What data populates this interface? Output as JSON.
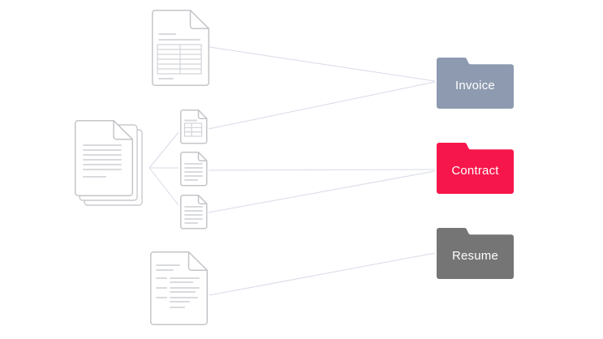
{
  "diagram": {
    "type": "document-classification-flow",
    "background": "#ffffff",
    "connector_color": "#d8dbe7"
  },
  "documents": [
    {
      "id": "document-stack",
      "icon": "stacked-text-documents-icon"
    },
    {
      "id": "large-invoice-document",
      "icon": "invoice-table-document-icon"
    },
    {
      "id": "small-invoice-document",
      "icon": "small-invoice-table-document-icon"
    },
    {
      "id": "small-text-document-1",
      "icon": "small-text-document-icon"
    },
    {
      "id": "small-text-document-2",
      "icon": "small-text-document-icon"
    },
    {
      "id": "large-resume-document",
      "icon": "resume-text-document-icon"
    }
  ],
  "folders": [
    {
      "id": "invoice",
      "label": "Invoice",
      "color": "#8d9ab0",
      "text_color": "#ffffff"
    },
    {
      "id": "contract",
      "label": "Contract",
      "color": "#f7164b",
      "text_color": "#ffffff"
    },
    {
      "id": "resume",
      "label": "Resume",
      "color": "#757575",
      "text_color": "#ffffff"
    }
  ],
  "connections": [
    {
      "from": "document-stack",
      "to": "small-invoice-document"
    },
    {
      "from": "document-stack",
      "to": "small-text-document-1"
    },
    {
      "from": "document-stack",
      "to": "small-text-document-2"
    },
    {
      "from": "large-invoice-document",
      "to": "folder-invoice"
    },
    {
      "from": "small-invoice-document",
      "to": "folder-invoice"
    },
    {
      "from": "small-text-document-1",
      "to": "folder-contract"
    },
    {
      "from": "small-text-document-2",
      "to": "folder-contract"
    },
    {
      "from": "large-resume-document",
      "to": "folder-resume"
    }
  ]
}
